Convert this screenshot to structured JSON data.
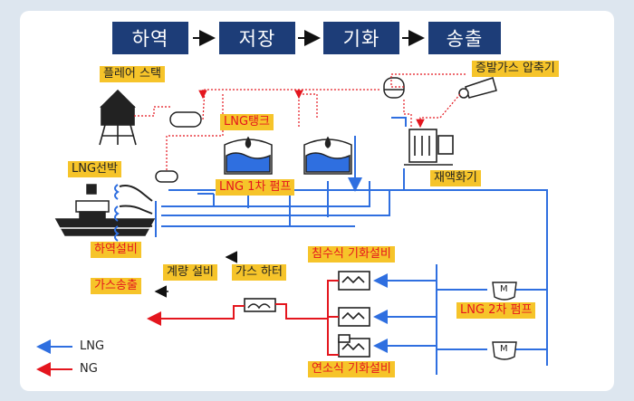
{
  "steps": [
    "하역",
    "저장",
    "기화",
    "송출"
  ],
  "labels": {
    "flare_stack": "플레어 스택",
    "bog_compressor": "증발가스 압축기",
    "lng_tank": "LNG탱크",
    "recondenser": "재액화기",
    "lng_ship": "LNG선박",
    "primary_pump": "LNG 1차 펌프",
    "unloading": "하역설비",
    "submerged_vaporizer": "침수식 기화설비",
    "metering": "계량 설비",
    "gas_heater": "가스 하터",
    "gas_send": "가스송출",
    "secondary_pump": "LNG 2차 펌프",
    "combustion_vaporizer": "연소식 기화설비",
    "pump_motor": "M"
  },
  "legend": [
    {
      "label": "LNG",
      "color": "#2f6fe0"
    },
    {
      "label": "NG",
      "color": "#e4161e"
    }
  ],
  "colors": {
    "lng": "#2f6fe0",
    "ng": "#e4161e",
    "step_bg": "#1d3d78",
    "label_bg": "#f6c42a"
  }
}
